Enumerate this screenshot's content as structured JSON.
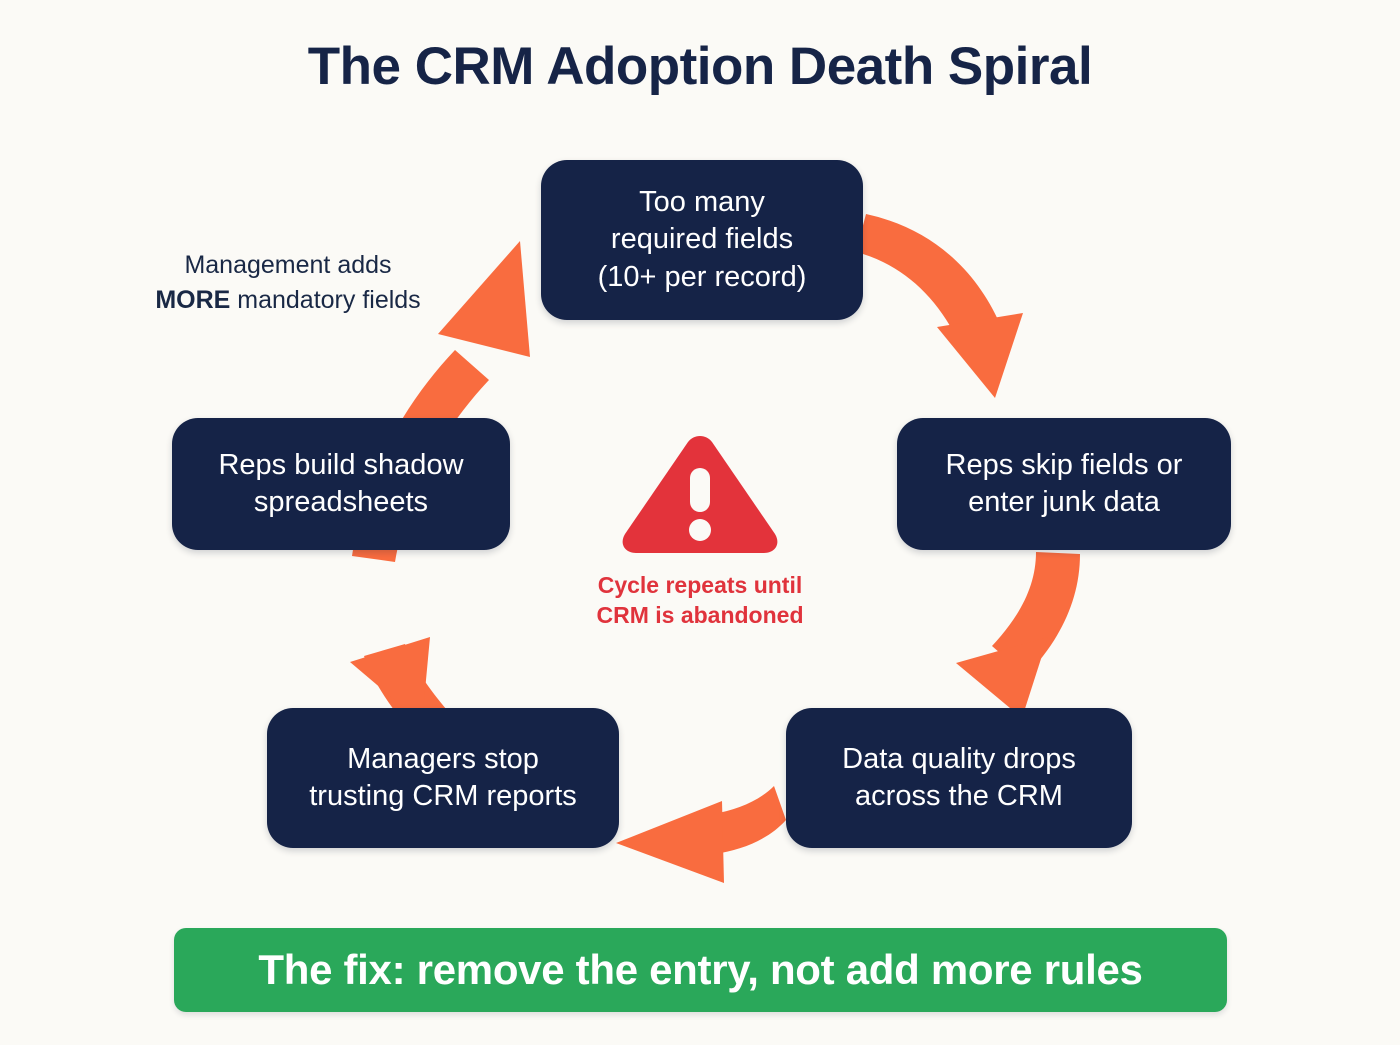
{
  "page": {
    "title": "The CRM Adoption Death Spiral",
    "background_color": "#fbfaf6"
  },
  "colors": {
    "navy": "#152347",
    "orange": "#f96c3f",
    "red": "#e0333c",
    "green": "#2aa85a",
    "white": "#ffffff"
  },
  "cycle": {
    "nodes": [
      {
        "id": "required-fields",
        "lines": [
          "Too many",
          "required fields",
          "(10+ per record)"
        ],
        "position": "top"
      },
      {
        "id": "skip-fields",
        "lines": [
          "Reps skip fields or",
          "enter junk data"
        ],
        "position": "right-upper"
      },
      {
        "id": "data-quality",
        "lines": [
          "Data quality drops",
          "across the CRM"
        ],
        "position": "right-lower"
      },
      {
        "id": "managers",
        "lines": [
          "Managers stop",
          "trusting CRM reports"
        ],
        "position": "left-lower"
      },
      {
        "id": "shadow-spreadsheets",
        "lines": [
          "Reps build shadow",
          "spreadsheets"
        ],
        "position": "left-upper"
      }
    ],
    "arrows": [
      {
        "id": "arrow-top-to-right",
        "from": "required-fields",
        "to": "skip-fields",
        "direction": "down-right"
      },
      {
        "id": "arrow-right-to-bottom-right",
        "from": "skip-fields",
        "to": "data-quality",
        "direction": "down-left"
      },
      {
        "id": "arrow-bottom-right-to-bottom-left",
        "from": "data-quality",
        "to": "managers",
        "direction": "left"
      },
      {
        "id": "arrow-bottom-left-to-left",
        "from": "managers",
        "to": "shadow-spreadsheets",
        "direction": "up-left"
      },
      {
        "id": "arrow-left-to-top",
        "from": "shadow-spreadsheets",
        "to": "required-fields",
        "direction": "up-right"
      }
    ]
  },
  "annotation": {
    "line1": "Management adds",
    "emphasis": "MORE",
    "line2_rest": " mandatory fields"
  },
  "center": {
    "icon": "warning-triangle-icon",
    "caption_line1": "Cycle repeats until",
    "caption_line2": "CRM is abandoned"
  },
  "footer": {
    "text": "The fix: remove the entry, not add more rules"
  }
}
